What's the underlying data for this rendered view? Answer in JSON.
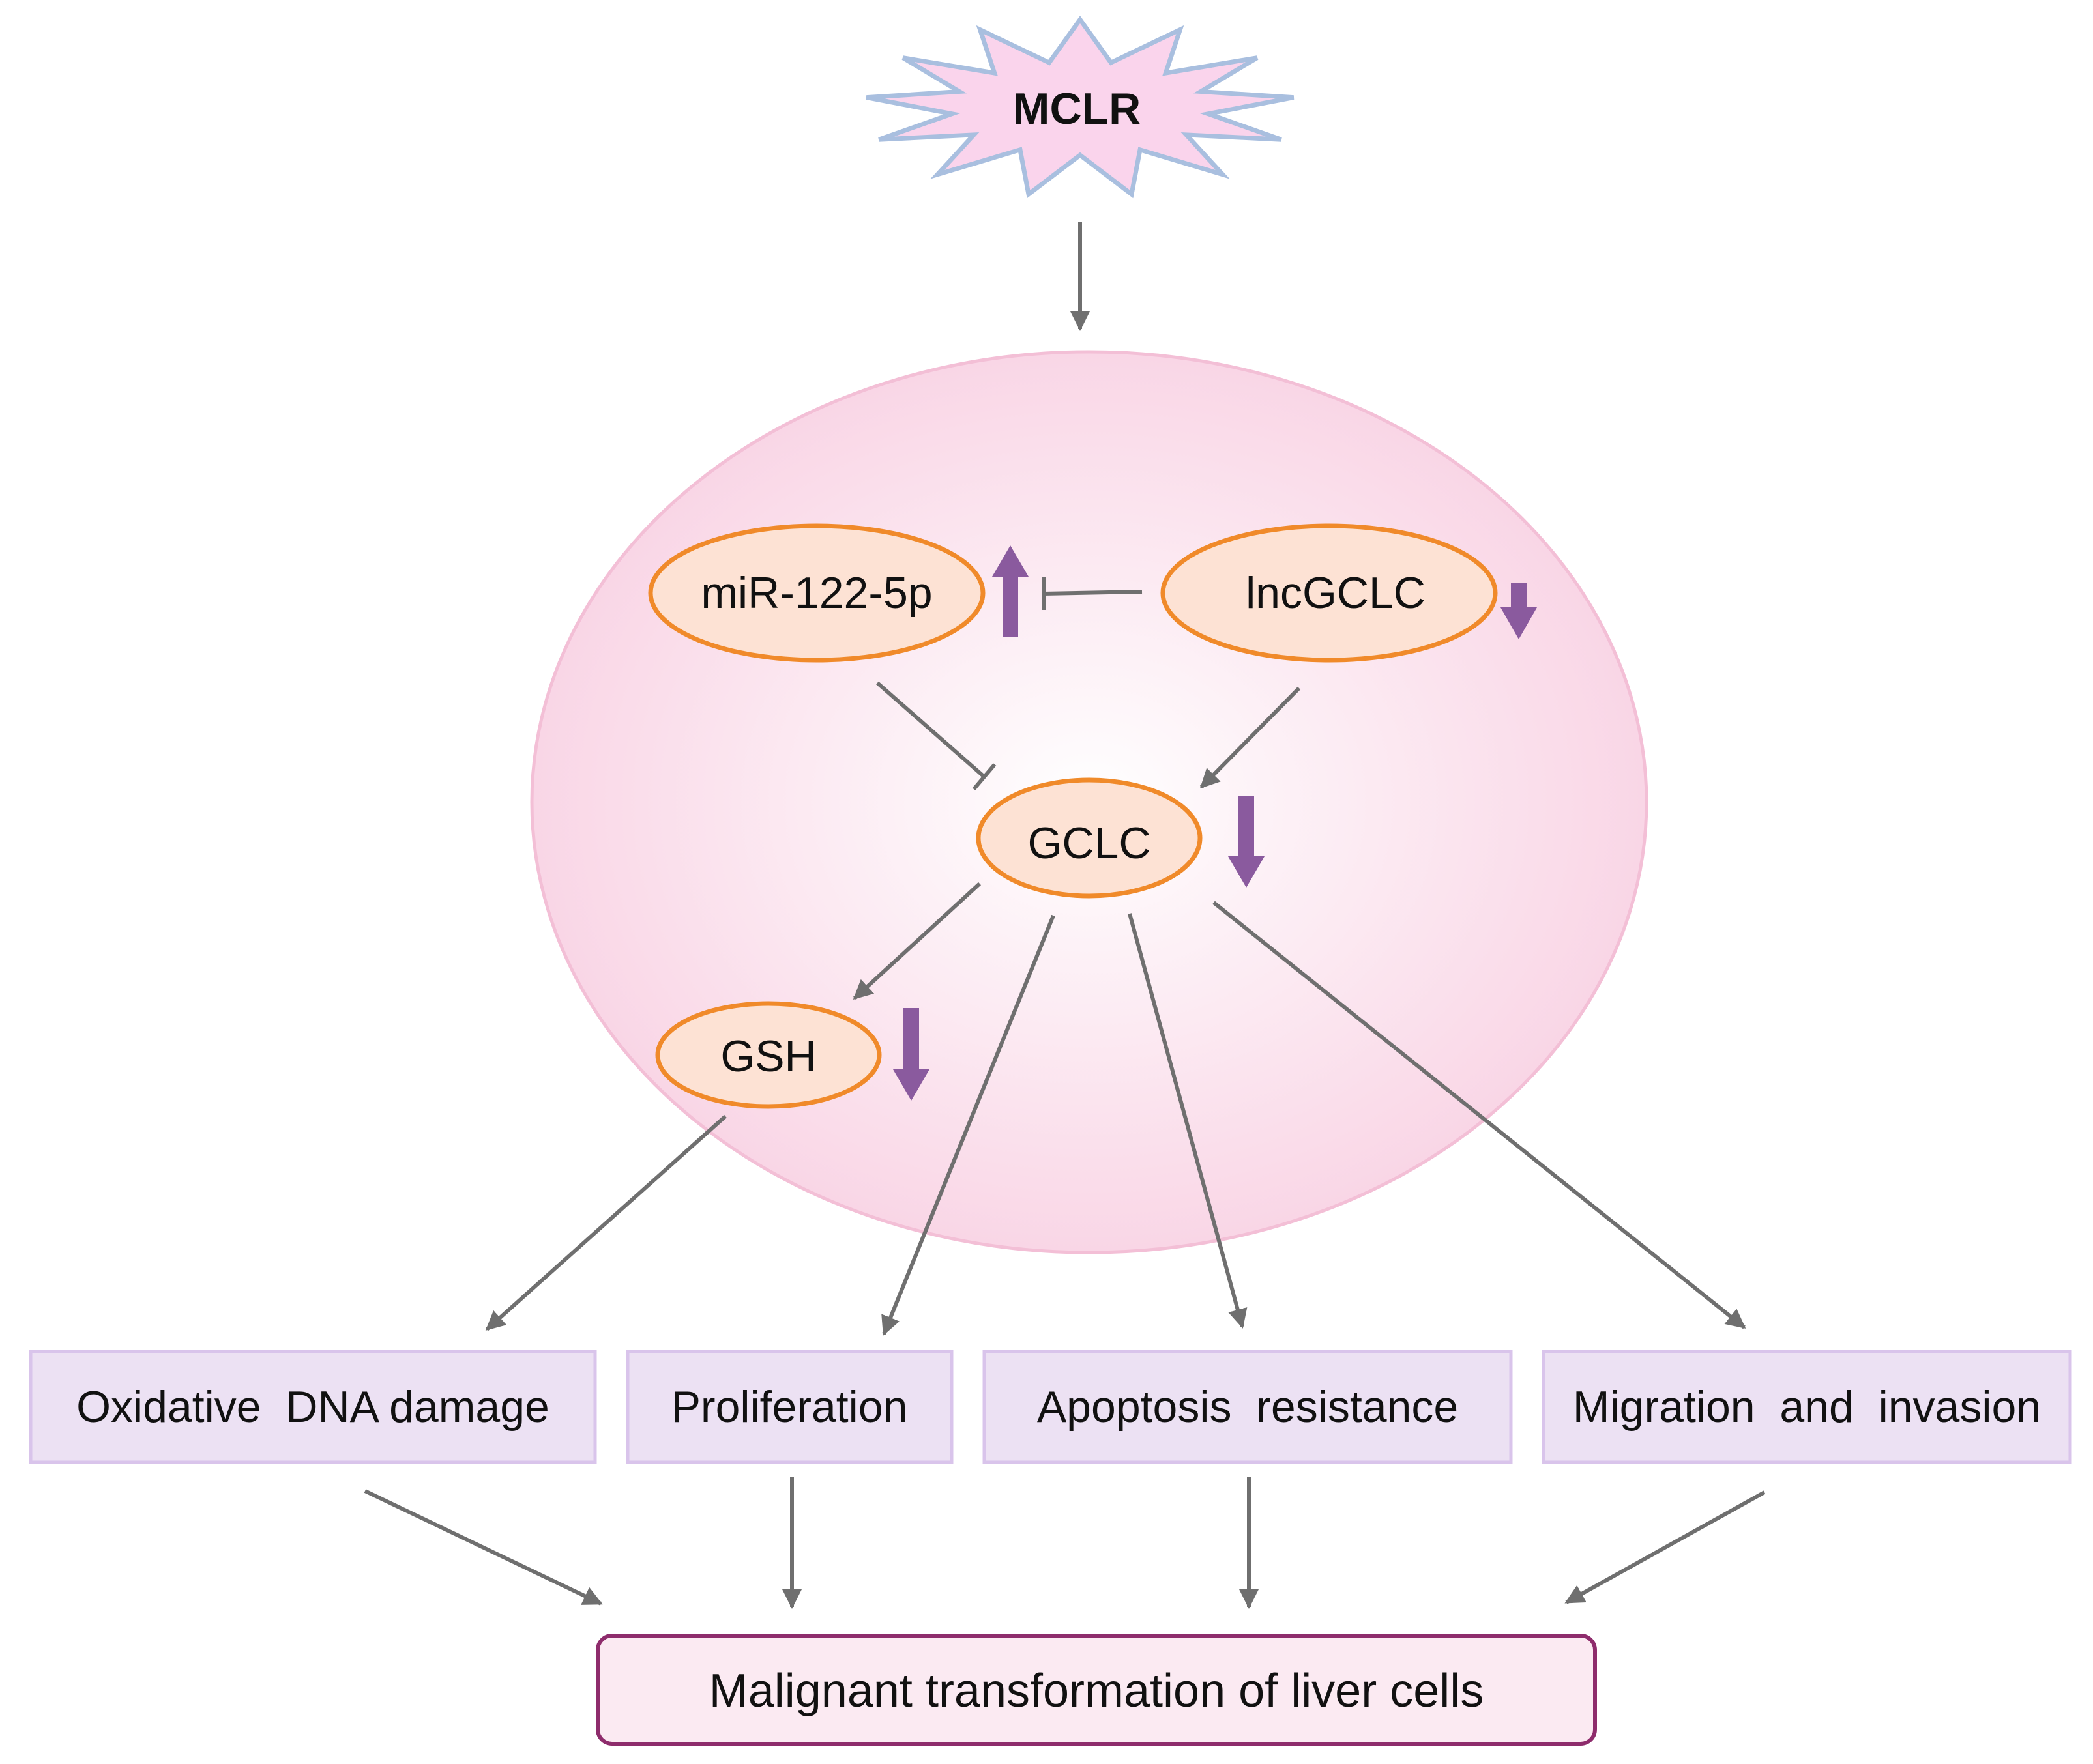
{
  "trigger": {
    "label": "MCLR",
    "fill": "#fad4ec",
    "stroke": "#a9bfdf"
  },
  "cell": {
    "fill_center": "#ffffff",
    "fill_edge": "#f9d6e6",
    "stroke": "#f3bfd6"
  },
  "nodes": {
    "mir": {
      "label": "miR-122-5p",
      "change": "up"
    },
    "lnc": {
      "label": "lncGCLC",
      "change": "down"
    },
    "gclc": {
      "label": "GCLC",
      "change": "down"
    },
    "gsh": {
      "label": "GSH",
      "change": "down"
    }
  },
  "node_style": {
    "fill": "#fde2d4",
    "stroke": "#f08a2a"
  },
  "change_arrow_color": "#8a5a9e",
  "outcomes": [
    {
      "label": "Oxidative  DNA damage"
    },
    {
      "label": "Proliferation"
    },
    {
      "label": "Apoptosis  resistance"
    },
    {
      "label": "Migration  and  invasion"
    }
  ],
  "outcome_style": {
    "fill": "#ece1f3",
    "stroke": "#d9c4eb"
  },
  "result": {
    "label": "Malignant transformation of liver cells",
    "fill": "#fbeaf2",
    "stroke": "#8e2c6c"
  },
  "edges": [
    {
      "from": "MCLR",
      "to": "cell",
      "kind": "activates"
    },
    {
      "from": "lncGCLC",
      "to": "miR-122-5p",
      "kind": "inhibits"
    },
    {
      "from": "miR-122-5p",
      "to": "GCLC",
      "kind": "inhibits"
    },
    {
      "from": "lncGCLC",
      "to": "GCLC",
      "kind": "activates"
    },
    {
      "from": "GCLC",
      "to": "GSH",
      "kind": "activates"
    },
    {
      "from": "GSH",
      "to": "Oxidative DNA damage",
      "kind": "activates"
    },
    {
      "from": "GCLC",
      "to": "Proliferation",
      "kind": "activates"
    },
    {
      "from": "GCLC",
      "to": "Apoptosis resistance",
      "kind": "activates"
    },
    {
      "from": "GCLC",
      "to": "Migration and invasion",
      "kind": "activates"
    },
    {
      "from": "Oxidative DNA damage",
      "to": "Malignant transformation of liver cells",
      "kind": "activates"
    },
    {
      "from": "Proliferation",
      "to": "Malignant transformation of liver cells",
      "kind": "activates"
    },
    {
      "from": "Apoptosis resistance",
      "to": "Malignant transformation of liver cells",
      "kind": "activates"
    },
    {
      "from": "Migration and invasion",
      "to": "Malignant transformation of liver cells",
      "kind": "activates"
    }
  ]
}
